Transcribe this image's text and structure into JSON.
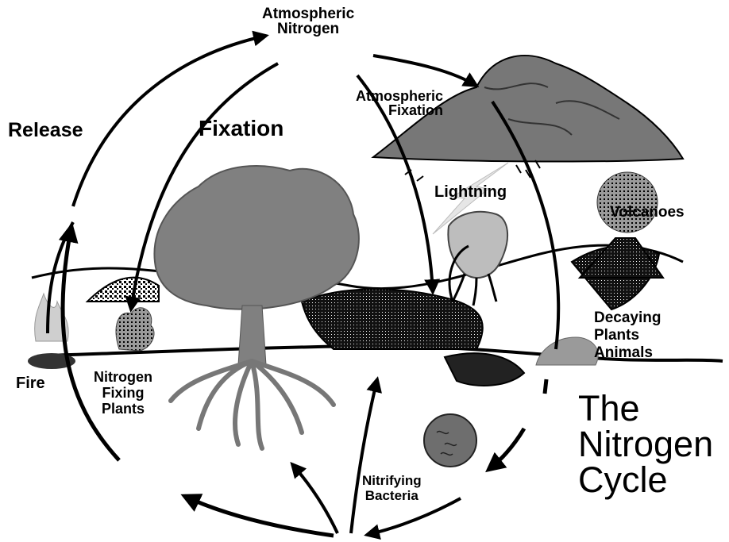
{
  "diagram": {
    "title": "The\nNitrogen\nCycle",
    "labels": {
      "atmospheric_nitrogen": "Atmospheric\nNitrogen",
      "release": "Release",
      "fixation": "Fixation",
      "atmospheric_fixation": "Atmospheric\nFixation",
      "lightning": "Lightning",
      "volcanoes": "Volcanoes",
      "decaying": "Decaying\nPlants\nAnimals",
      "fire": "Fire",
      "nitrogen_fixing_plants": "Nitrogen\nFixing\nPlants",
      "nitrifying_bacteria": "Nitrifying\nBacteria"
    },
    "colors": {
      "ink": "#000000",
      "tree_gray": "#808080",
      "cloud_gray": "#7a7a7a",
      "light_gray": "#b8b8b8",
      "dark_gray": "#505050"
    }
  }
}
